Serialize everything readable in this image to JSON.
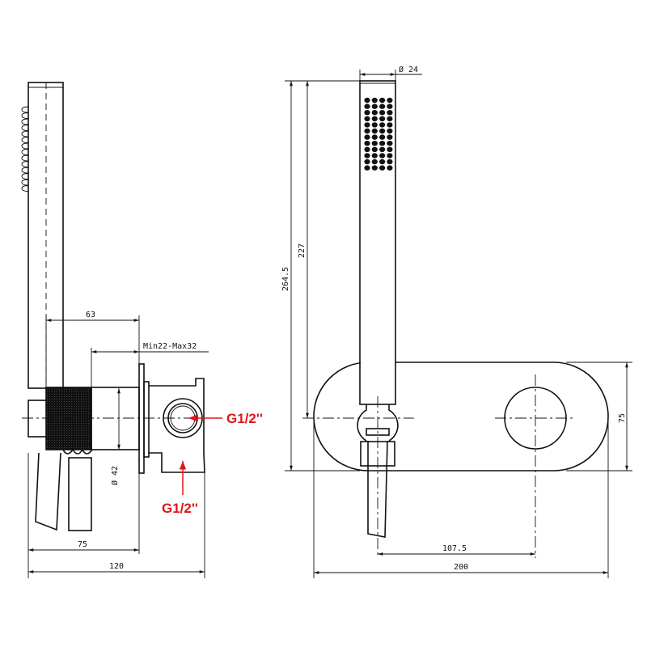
{
  "colors": {
    "line": "#111111",
    "accent": "#e0161b"
  },
  "side_view": {
    "dims": {
      "d63": "63",
      "wall": "Min22-Max32",
      "dia42": "Ø 42",
      "d75": "75",
      "d120": "120"
    },
    "inlet_labels": {
      "side": "G1/2''",
      "bottom": "G1/2''"
    }
  },
  "front_view": {
    "dims": {
      "dia24": "Ø 24",
      "d264": "264.5",
      "d227": "227",
      "d75": "75",
      "d107": "107.5",
      "d200": "200"
    }
  }
}
